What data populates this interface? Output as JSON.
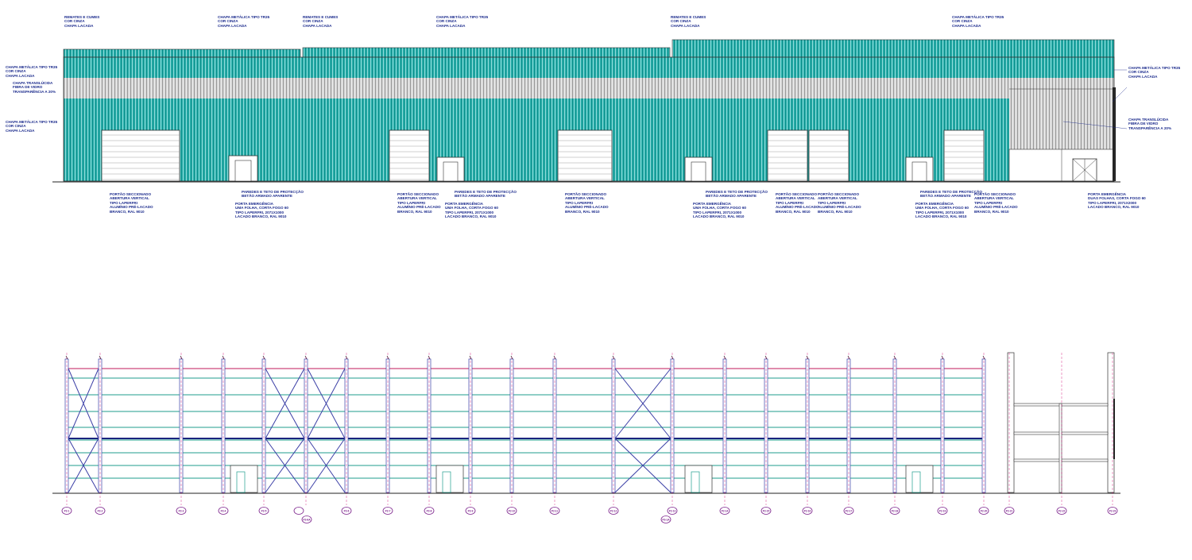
{
  "colors": {
    "cladding": "#2fb6b2",
    "cladding_stripe": "#0f8f8c",
    "translucent": "#d6d6d6",
    "translucent_stripe": "#9a9a9a",
    "annotation": "#1a2a8c",
    "structure": "#3b3fa6",
    "girt": "#1f9e8e",
    "axis_bubble": "#7a1f8a",
    "axis_line": "#d0006f"
  },
  "elevation": {
    "top_labels": [
      {
        "lines": [
          "REMATES E CUMES",
          "COR CINZA",
          "CHAPA LACADA"
        ]
      },
      {
        "lines": [
          "CHAPA METÁLICA TIPO TR35",
          "COR CINZA",
          "CHAPA LACADA"
        ]
      },
      {
        "lines": [
          "REMATES E CUMES",
          "COR CINZA",
          "CHAPA LACADA"
        ]
      },
      {
        "lines": [
          "CHAPA METÁLICA TIPO TR35",
          "COR CINZA",
          "CHAPA LACADA"
        ]
      },
      {
        "lines": [
          "REMATES E CUMES",
          "COR CINZA",
          "CHAPA LACADA"
        ]
      },
      {
        "lines": [
          "CHAPA METÁLICA TIPO TR35",
          "COR CINZA",
          "CHAPA LACADA"
        ]
      }
    ],
    "left_labels": [
      {
        "lines": [
          "CHAPA METÁLICA TIPO TR35",
          "COR CINZA",
          "CHAPA LACADA"
        ]
      },
      {
        "lines": [
          "CHAPA TRANSLÚCIDA",
          "FIBRA DE VIDRO",
          "TRANSPARÊNCIA A 20%"
        ]
      },
      {
        "lines": [
          "CHAPA METÁLICA TIPO TR35",
          "COR CINZA",
          "CHAPA LACADA"
        ]
      }
    ],
    "right_labels": [
      {
        "lines": [
          "CHAPA METÁLICA TIPO TR35",
          "COR CINZA",
          "CHAPA LACADA"
        ]
      },
      {
        "lines": [
          "CHAPA TRANSLÚCIDA",
          "FIBRA DE VIDRO",
          "TRANSPARÊNCIA A 20%"
        ]
      }
    ],
    "bottom_labels": [
      {
        "lines": [
          "PORTÃO SECCIONADO",
          "ABERTURA VERTICAL",
          "TIPO LAPERFRI",
          "ALUMÍNIO PRÉ-LACADO",
          "BRANCO, RAL 9010"
        ]
      },
      {
        "lines": [
          "PAREDES E TETO DE PROTECÇÃO",
          "BETÃO ARMADO APARENTE"
        ]
      },
      {
        "lines": [
          "PORTA EMERGÊNCIA",
          "UMA FOLHA, CORTA FOGO 60",
          "TIPO LAPERFRI, 2071X1000",
          "LACADO BRANCO, RAL 9010"
        ]
      },
      {
        "lines": [
          "PORTÃO SECCIONADO",
          "ABERTURA VERTICAL",
          "TIPO LAPERFRI",
          "ALUMÍNIO PRÉ-LACADO",
          "BRANCO, RAL 9010"
        ]
      },
      {
        "lines": [
          "PAREDES E TETO DE PROTECÇÃO",
          "BETÃO ARMADO APARENTE"
        ]
      },
      {
        "lines": [
          "PORTA EMERGÊNCIA",
          "UMA FOLHA, CORTA FOGO 60",
          "TIPO LAPERFRI, 2071X1000",
          "LACADO BRANCO, RAL 9010"
        ]
      },
      {
        "lines": [
          "PORTÃO SECCIONADO",
          "ABERTURA VERTICAL",
          "TIPO LAPERFRI",
          "ALUMÍNIO PRÉ-LACADO",
          "BRANCO, RAL 9010"
        ]
      },
      {
        "lines": [
          "PAREDES E TETO DE PROTECÇÃO",
          "BETÃO ARMADO APARENTE"
        ]
      },
      {
        "lines": [
          "PORTA EMERGÊNCIA",
          "UMA FOLHA, CORTA FOGO 60",
          "TIPO LAPERFRI, 2071X1000",
          "LACADO BRANCO, RAL 9010"
        ]
      },
      {
        "lines": [
          "PORTÃO SECCIONADO",
          "ABERTURA VERTICAL",
          "TIPO LAPERFRI",
          "ALUMÍNIO PRÉ-LACADO",
          "BRANCO, RAL 9010"
        ]
      },
      {
        "lines": [
          "PORTÃO SECCIONADO",
          "ABERTURA VERTICAL",
          "TIPO LAPERFRI",
          "ALUMÍNIO PRÉ-LACADO",
          "BRANCO, RAL 9010"
        ]
      },
      {
        "lines": [
          "PAREDES E TETO DE PROTECÇÃO",
          "BETÃO ARMADO APARENTE"
        ]
      },
      {
        "lines": [
          "PORTA EMERGÊNCIA",
          "UMA FOLHA, CORTA FOGO 60",
          "TIPO LAPERFRI, 2071X1000",
          "LACADO BRANCO, RAL 9010"
        ]
      },
      {
        "lines": [
          "PORTÃO SECCIONADO",
          "ABERTURA VERTICAL",
          "TIPO LAPERFRI",
          "ALUMÍNIO PRÉ-LACADO",
          "BRANCO, RAL 9010"
        ]
      },
      {
        "lines": [
          "PORTA EMERGÊNCIA",
          "DUAS FOLHAS, CORTA FOGO 60",
          "TIPO LAPERFRI, 2071X2000",
          "LACADO BRANCO, RAL 9010"
        ]
      }
    ]
  },
  "structure": {
    "axes": [
      "P2-1",
      "P2-2",
      "P2-3",
      "P2-4",
      "P2-5",
      "P2-6",
      "P2-7",
      "P2-8",
      "P2-9",
      "P2-10",
      "P2-11",
      "P2-12",
      "P2-13",
      "P2-14",
      "P2-15",
      "P2-16",
      "P2-17",
      "P2-18",
      "P2-19",
      "P2-20",
      "P2-21",
      "P2-22",
      "P2-23"
    ],
    "axis_sub_labels": [
      "P2-6A",
      "P3-1A"
    ]
  }
}
